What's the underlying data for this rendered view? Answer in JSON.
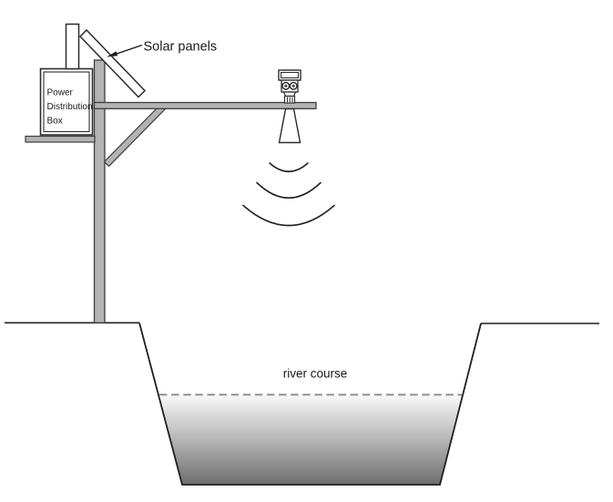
{
  "labels": {
    "solar_panels": "Solar panels",
    "river_course": "river course"
  },
  "power_distribution_box": {
    "lines": [
      "Power",
      "Distribution",
      "Box"
    ]
  },
  "colors": {
    "background": "#ffffff",
    "metal_gray": "#b3b3b3",
    "metal_outline": "#3d3d3d",
    "line_black": "#1f1f1f",
    "water_level_dash": "#909090",
    "water_gradient_top": "#f8f8f8",
    "water_gradient_bottom": "#6e6e6e",
    "text": "#1a1a1a"
  }
}
